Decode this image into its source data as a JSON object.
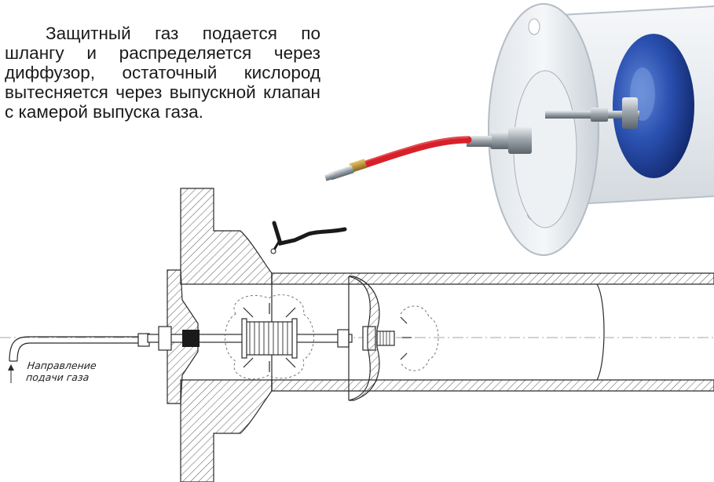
{
  "description": {
    "text": "Защитный газ подается по шлангу и распределяется через диффузор, остаточный кислород вытесняется через выпускной клапан с камерой выпуска газа."
  },
  "drawing": {
    "label_line1": "Направление",
    "label_line2": "подачи газа"
  },
  "icons": {
    "torch": "welding-torch-icon",
    "arrow": "arrow-up-icon"
  },
  "colors": {
    "hose": "#d8202a",
    "plug_blue": "#1c3f9a",
    "line": "#2a2a2a",
    "hatch": "#555555"
  }
}
